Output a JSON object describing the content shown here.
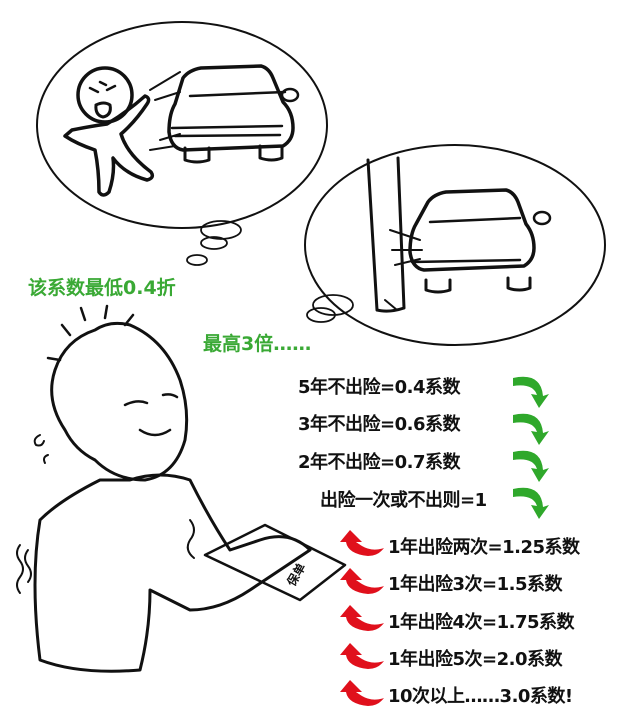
{
  "captions": {
    "min_coefficient": "该系数最低0.4折",
    "max_multiple": "最高3倍……"
  },
  "paper_label": "保单",
  "discount_rules": [
    {
      "label": "5年不出险=0.4系数",
      "arrow": "green-down-arrow"
    },
    {
      "label": "3年不出险=0.6系数",
      "arrow": "green-down-arrow"
    },
    {
      "label": "2年不出险=0.7系数",
      "arrow": "green-down-arrow"
    },
    {
      "label": "出险一次或不出则=1",
      "arrow": "green-down-arrow"
    }
  ],
  "surcharge_rules": [
    {
      "label": "1年出险两次=1.25系数",
      "arrow": "red-up-arrow"
    },
    {
      "label": "1年出险3次=1.5系数",
      "arrow": "red-up-arrow"
    },
    {
      "label": "1年出险4次=1.75系数",
      "arrow": "red-up-arrow"
    },
    {
      "label": "1年出险5次=2.0系数",
      "arrow": "red-up-arrow"
    },
    {
      "label": "10次以上……3.0系数!",
      "arrow": "red-up-arrow"
    }
  ],
  "colors": {
    "caption_green": "#3aa935",
    "arrow_green": "#2fa82b",
    "arrow_red": "#e0101c",
    "text": "#111111"
  }
}
